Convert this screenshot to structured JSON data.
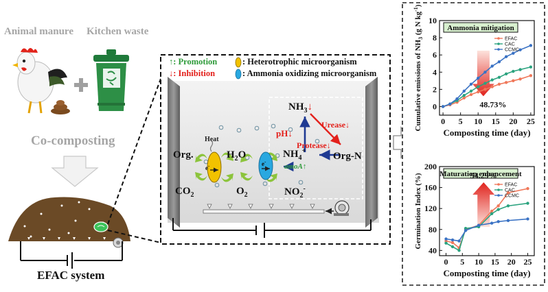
{
  "left": {
    "animal_manure": "Animal manure",
    "kitchen_waste": "Kitchen waste",
    "co_composting": "Co-composting",
    "system_label": "EFAC system"
  },
  "center": {
    "legend": {
      "promotion_symbol": "↑",
      "promotion": ": Promotion",
      "inhibition_symbol": "↓",
      "inhibition": ": Inhibition",
      "hetero": ": Heterotrophic microorganism",
      "ammonia_ox": ": Ammonia oxidizing microorganism"
    },
    "labels": {
      "heat": "Heat",
      "org": "Org.",
      "co2": "CO",
      "co2_sub": "2",
      "h2o": "H",
      "h2o_sub": "2",
      "h2o_tail": "O",
      "o2": "O",
      "o2_sub": "2",
      "nh4": "NH",
      "nh4_sub": "4",
      "nh4_sup": "+",
      "no2": "NO",
      "no2_sub": "2",
      "no2_sup": "-",
      "nh3": "NH",
      "nh3_sub": "3",
      "ph": "pH",
      "urease": "Urease",
      "protease": "Protease",
      "org_n": "Org-N",
      "amoa": "amoA",
      "electron": "e",
      "electron_sup": "-"
    },
    "colors": {
      "promotion": "#2e9b3a",
      "inhibition": "#e3211c",
      "hetero": "#f2c200",
      "ammonia": "#29a8e0",
      "arrow_green": "#8cc43c",
      "pathway": "#1f3a93"
    }
  },
  "charts": [
    {
      "type": "line",
      "title": "Ammonia mitigation",
      "xlabel": "Composting time (day)",
      "ylabel": "Cumulative emissions of NH3 (g N kg-1)",
      "ylabel_parts": {
        "main": "Cumulative emissions of NH",
        "sub": "3",
        "tail": " (g N kg",
        "sup": "-1",
        "end": ")"
      },
      "xlim": [
        -1,
        26
      ],
      "ylim": [
        -1,
        10
      ],
      "xticks": [
        0,
        5,
        10,
        15,
        20,
        25
      ],
      "yticks": [
        0,
        2,
        4,
        6,
        8,
        10
      ],
      "annotation": "48.73%",
      "series": [
        {
          "name": "EFAC",
          "color": "#f0785a",
          "x": [
            0,
            2,
            4,
            6,
            8,
            10,
            12,
            14,
            16,
            18,
            20,
            22,
            25
          ],
          "y": [
            0,
            0.2,
            0.5,
            1.0,
            1.4,
            1.7,
            2.0,
            2.3,
            2.6,
            2.8,
            3.0,
            3.2,
            3.6
          ]
        },
        {
          "name": "CAC",
          "color": "#2ba37f",
          "x": [
            0,
            2,
            4,
            6,
            8,
            10,
            12,
            14,
            16,
            18,
            20,
            22,
            25
          ],
          "y": [
            0,
            0.3,
            0.7,
            1.3,
            1.8,
            2.3,
            2.7,
            3.1,
            3.4,
            3.8,
            4.1,
            4.3,
            4.6
          ]
        },
        {
          "name": "CCMC",
          "color": "#3a72c4",
          "x": [
            0,
            2,
            4,
            6,
            8,
            10,
            12,
            14,
            16,
            18,
            20,
            22,
            25
          ],
          "y": [
            0,
            0.3,
            0.9,
            1.8,
            2.6,
            3.3,
            4.0,
            4.7,
            5.2,
            5.8,
            6.2,
            6.6,
            7.1
          ]
        }
      ]
    },
    {
      "type": "line",
      "title": "Maturation enhancement",
      "xlabel": "Composting time (day)",
      "ylabel": "Germination Index (%)",
      "xlim": [
        -2,
        27
      ],
      "ylim": [
        30,
        200
      ],
      "xticks": [
        0,
        5,
        10,
        15,
        20,
        25
      ],
      "yticks": [
        40,
        80,
        120,
        160,
        200
      ],
      "annotation": "54.29%",
      "series": [
        {
          "name": "EFAC",
          "color": "#f0785a",
          "x": [
            0,
            2,
            4,
            6,
            10,
            14,
            16,
            19,
            25
          ],
          "y": [
            58,
            55,
            45,
            80,
            88,
            115,
            125,
            150,
            158
          ]
        },
        {
          "name": "CAC",
          "color": "#2ba37f",
          "x": [
            0,
            2,
            4,
            6,
            10,
            14,
            16,
            19,
            25
          ],
          "y": [
            54,
            47,
            40,
            82,
            85,
            110,
            118,
            125,
            130
          ]
        },
        {
          "name": "CCMC",
          "color": "#3a72c4",
          "x": [
            0,
            2,
            4,
            6,
            10,
            14,
            16,
            19,
            25
          ],
          "y": [
            62,
            60,
            58,
            78,
            88,
            92,
            95,
            97,
            100
          ]
        }
      ]
    }
  ]
}
